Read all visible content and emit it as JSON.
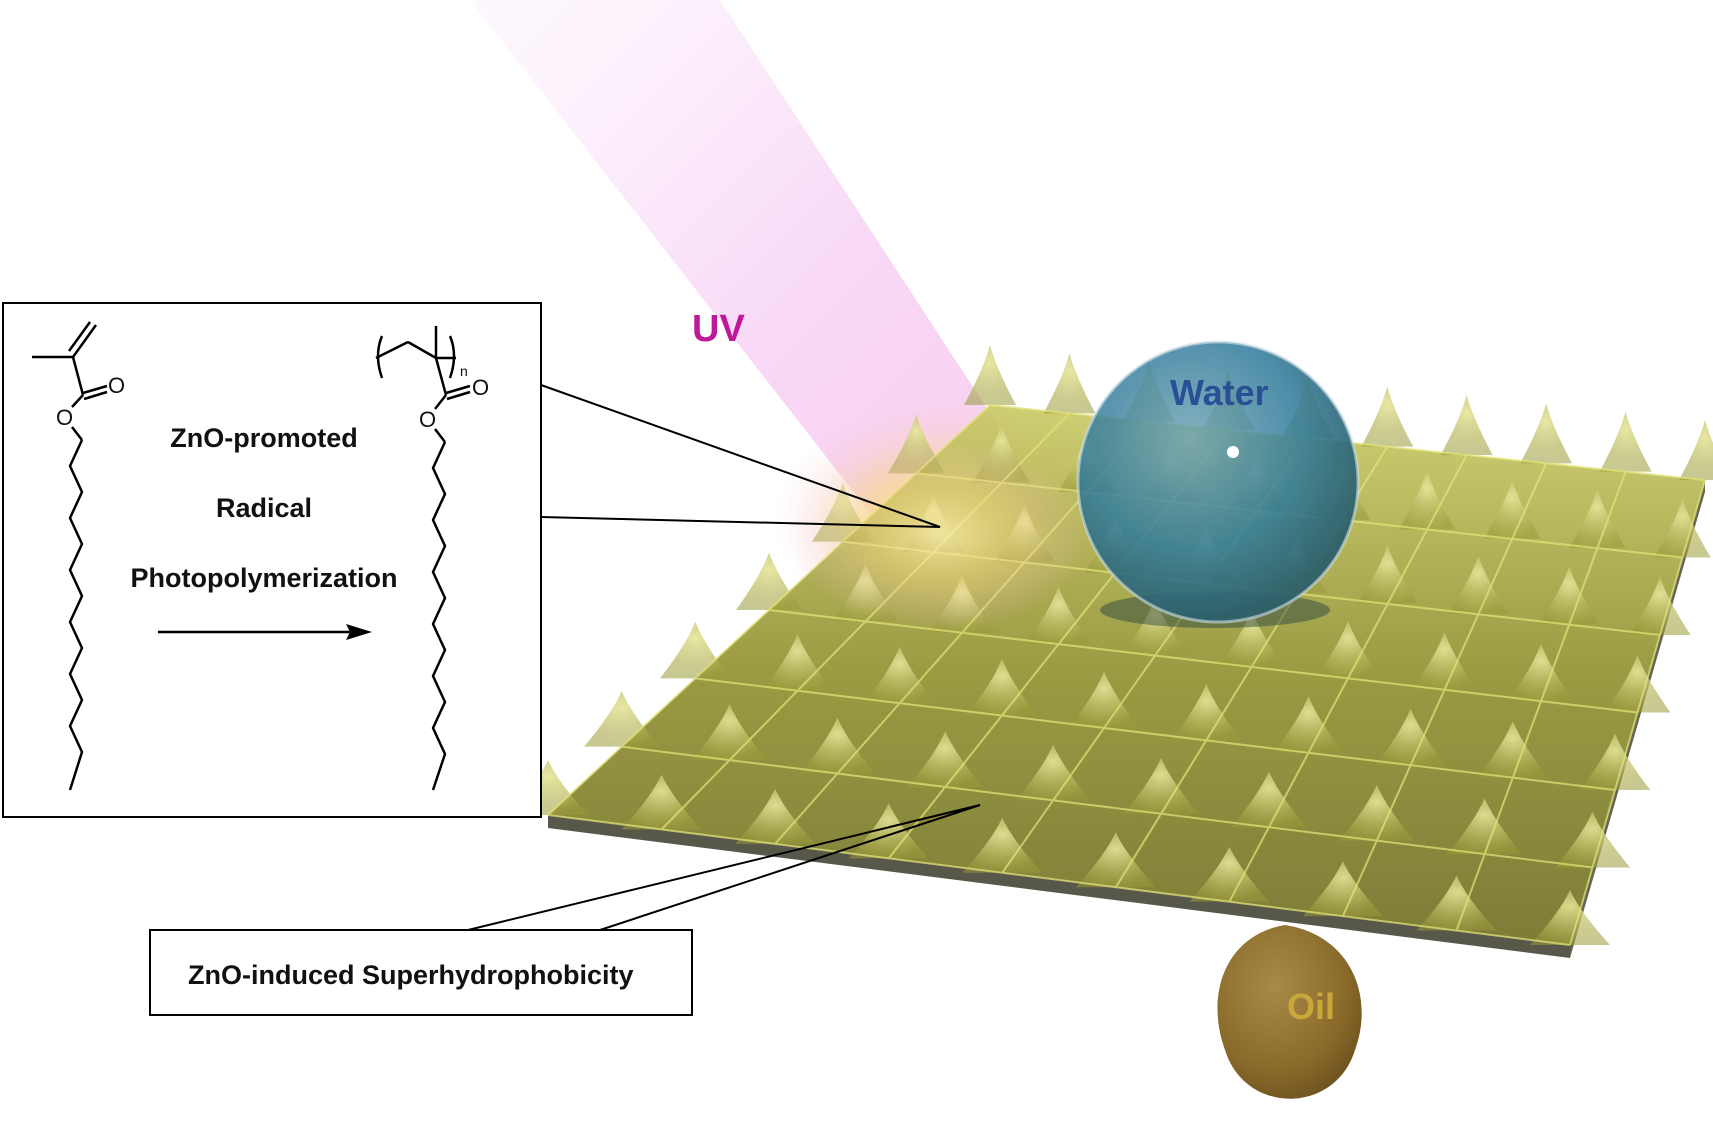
{
  "labels": {
    "uv": "UV",
    "water": "Water",
    "oil": "Oil",
    "mechanism_line1": "ZnO-promoted",
    "mechanism_line2": "Radical",
    "mechanism_line3": "Photopolymerization",
    "superhydrophobicity": "ZnO-induced Superhydrophobicity",
    "repeat_subscript": "n",
    "oxygen_symbol": "O"
  },
  "colors": {
    "uv_text": "#c0189a",
    "uv_beam": "#f2b8f0",
    "water_text": "#2b4f96",
    "water_drop": "#2f7a9a",
    "oil_text": "#c9a83a",
    "oil_drop": "#8a6a2a",
    "surface": "#8f8f2a",
    "surface_highlight": "#e6e67a"
  },
  "icons": {
    "reaction_arrow": "arrow-right-icon",
    "monomer": "methacrylate-monomer-structure",
    "polymer": "polymethacrylate-polymer-structure"
  }
}
